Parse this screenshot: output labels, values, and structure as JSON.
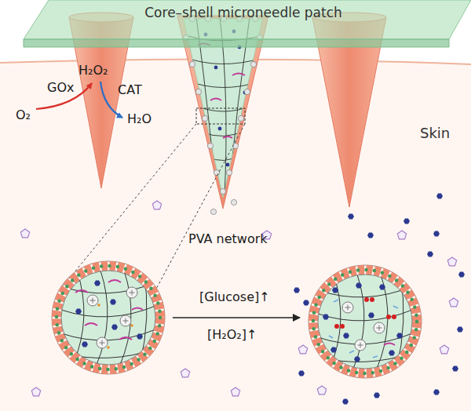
{
  "diagram": {
    "nodes": [
      {
        "text": [
          "Core–shell microneedle patch"
        ]
      }
    ],
    "labels": [
      "GOx",
      "H₂O₂",
      "O₂",
      "CAT",
      "H₂O",
      "PVA network",
      "Skin",
      "[Glucose]↑",
      "[H₂O₂]↑"
    ]
  }
}
